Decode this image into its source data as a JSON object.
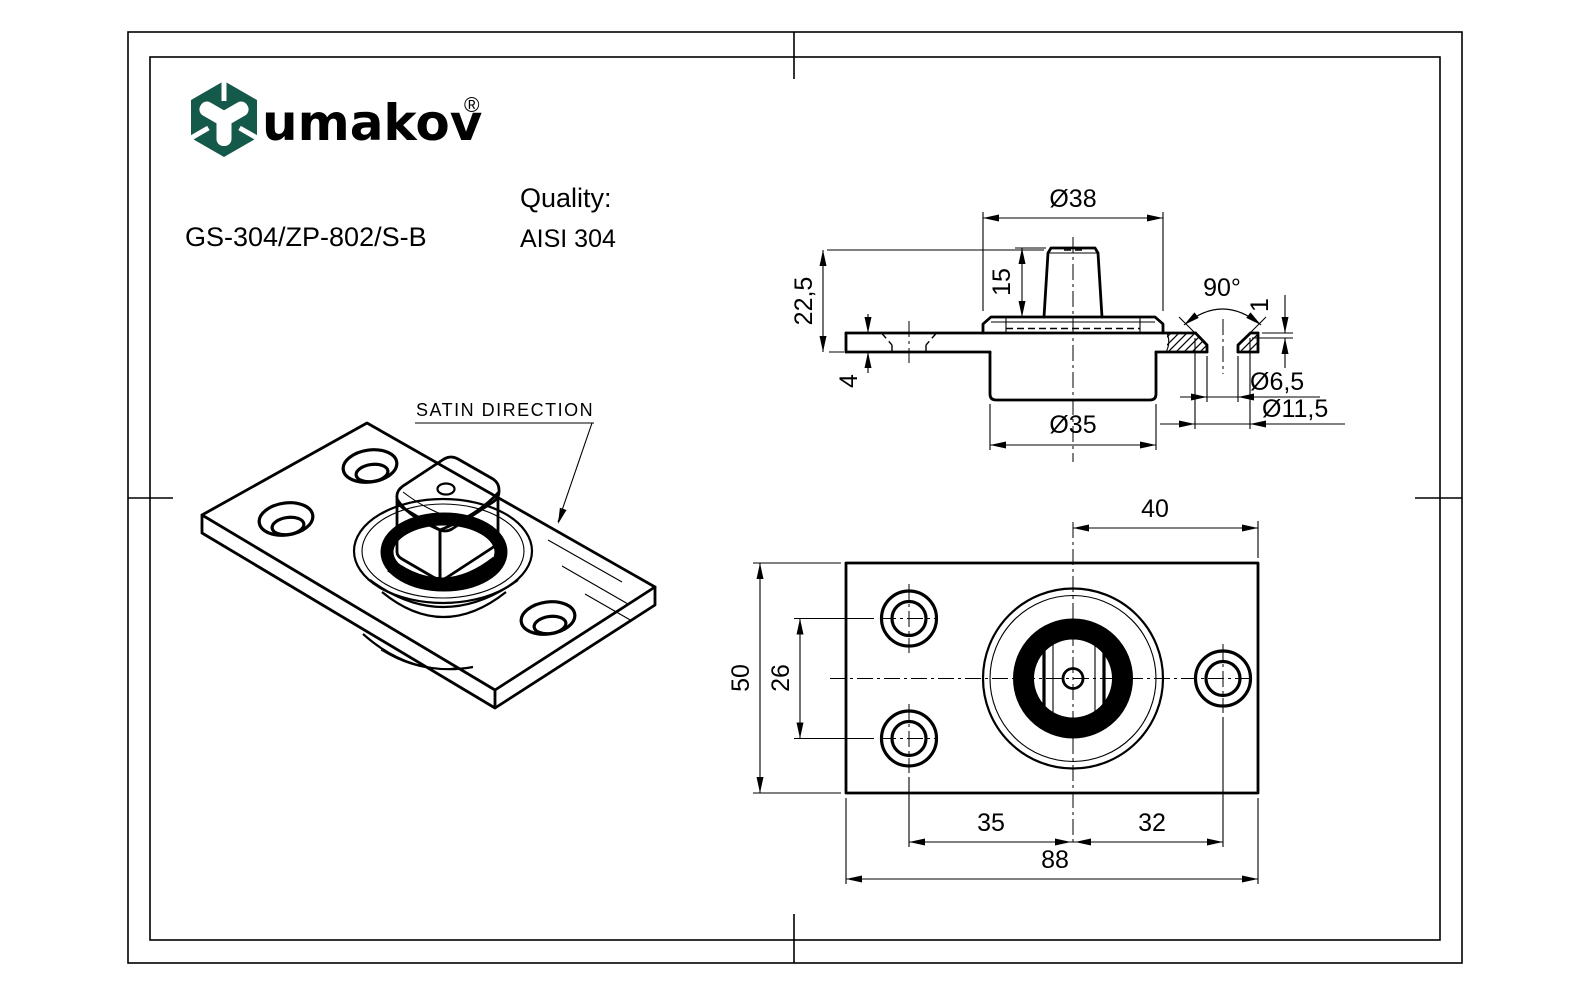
{
  "sheet": {
    "background": "#ffffff",
    "line_color": "#000000"
  },
  "header": {
    "brand": "umakov",
    "registered": "®",
    "brand_color": "#15594a",
    "part_number": "GS-304/ZP-802/S-B",
    "quality_label": "Quality:",
    "quality_value": "AISI 304"
  },
  "iso_view": {
    "annotation": "SATIN DIRECTION"
  },
  "section_view": {
    "dia_top": "Ø38",
    "pin_height": "15",
    "total_height": "22,5",
    "plate_thickness": "4",
    "countersink_angle": "90°",
    "countersink_depth": "1",
    "hole_dia": "Ø6,5",
    "countersink_dia": "Ø11,5",
    "boss_dia": "Ø35"
  },
  "top_view": {
    "offset_right": "40",
    "plate_height": "50",
    "hole_spacing": "26",
    "hole_offset_left": "35",
    "hole_offset_right": "32",
    "plate_width": "88"
  }
}
